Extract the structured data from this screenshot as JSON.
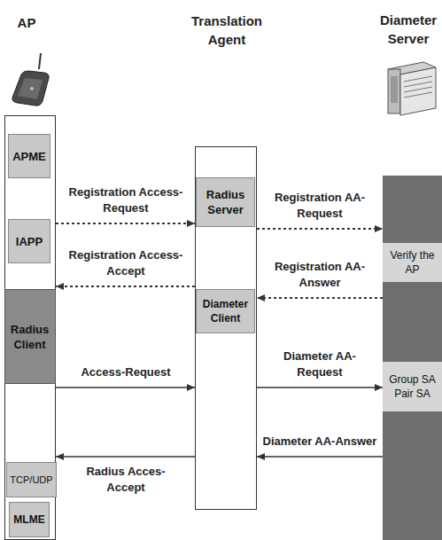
{
  "diagram": {
    "nodes": [
      {
        "text": [
          "AP"
        ]
      },
      {
        "text": [
          "APME"
        ],
        "in": 0
      },
      {
        "text": [
          "IAPP"
        ],
        "in": 0
      },
      {
        "text": [
          "Radius Client"
        ],
        "in": 0
      },
      {
        "text": [
          "TCP/UDP"
        ],
        "in": 0
      },
      {
        "text": [
          "MLME"
        ],
        "in": 0
      },
      {
        "text": [
          "Translation Agent"
        ]
      },
      {
        "text": [
          "Radius Server"
        ],
        "in": 6
      },
      {
        "text": [
          "Diameter Client"
        ],
        "in": 6
      },
      {
        "text": [
          "Diameter Server"
        ]
      },
      {
        "text": [
          "Verify the AP"
        ],
        "in": 9
      },
      {
        "text": [
          "Group SA Pair SA"
        ],
        "in": 9
      }
    ],
    "edges": [
      {
        "from": 0,
        "to": 6,
        "arrow": "to",
        "label": "Registration Access-Request"
      },
      {
        "from": 6,
        "to": 9,
        "arrow": "to",
        "label": "Registration AA-Request"
      },
      {
        "from": 9,
        "to": 6,
        "arrow": "to",
        "label": "Registration AA-Answer"
      },
      {
        "from": 6,
        "to": 0,
        "arrow": "to",
        "label": "Registration Access-Accept"
      },
      {
        "from": 0,
        "to": 6,
        "arrow": "to",
        "label": "Access-Request"
      },
      {
        "from": 6,
        "to": 9,
        "arrow": "to",
        "label": "Diameter AA-Request"
      },
      {
        "from": 9,
        "to": 6,
        "arrow": "to",
        "label": "Diameter AA-Answer"
      },
      {
        "from": 6,
        "to": 0,
        "arrow": "to",
        "label": "Radius Acces-Accept"
      }
    ]
  }
}
